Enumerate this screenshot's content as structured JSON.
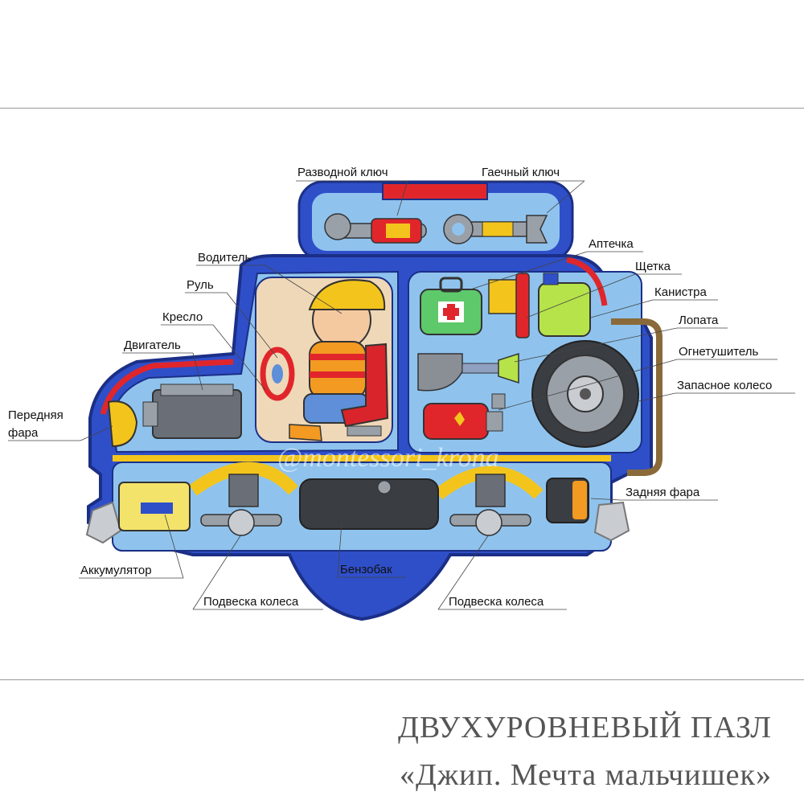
{
  "title": {
    "line1": "ДВУХУРОВНЕВЫЙ ПАЗЛ",
    "line2": "«Джип. Мечта мальчишек»"
  },
  "watermark": "@montessori_krona",
  "labels": {
    "wrench_adjustable": "Разводной ключ",
    "wrench_open": "Гаечный ключ",
    "first_aid": "Аптечка",
    "brush": "Щетка",
    "canister": "Канистра",
    "shovel": "Лопата",
    "extinguisher": "Огнетушитель",
    "spare_wheel": "Запасное колесо",
    "driver": "Водитель",
    "steering_wheel": "Руль",
    "seat": "Кресло",
    "engine": "Двигатель",
    "headlight_line1": "Передняя",
    "headlight_line2": "фара",
    "tail_light": "Задняя фара",
    "battery": "Аккумулятор",
    "fuel_tank": "Бензобак",
    "suspension_front": "Подвеска колеса",
    "suspension_rear": "Подвеска колеса"
  },
  "colors": {
    "body_blue": "#2f4fc9",
    "inner_light": "#8fc3ee",
    "panel_bg": "#b9dcf7",
    "accent_red": "#e0262b",
    "accent_yellow": "#f3c51c",
    "bumper_gray": "#c9ccd1"
  }
}
